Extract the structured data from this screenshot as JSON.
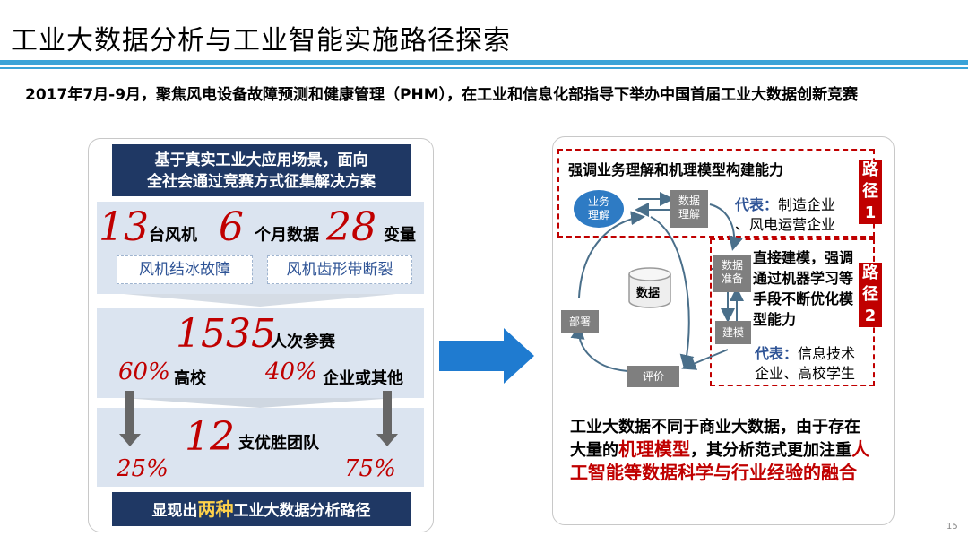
{
  "title": "工业大数据分析与工业智能实施路径探索",
  "intro": "2017年7月-9月，聚焦风电设备故障预测和健康管理（PHM），在工业和信息化部指导下举办中国首届工业大数据创新竞赛",
  "left": {
    "header_line1": "基于真实工业大应用场景，面向",
    "header_line2": "全社会通过竞赛方式征集解决方案",
    "stat1_num": "13",
    "stat1_label": "台风机",
    "stat2_num": "6",
    "stat2_label": "个月数据",
    "stat3_num": "28",
    "stat3_label": "变量",
    "tag1": "风机结冰故障",
    "tag2": "风机齿形带断裂",
    "participants_num": "1535",
    "participants_label": "人次参赛",
    "pct_school": "60%",
    "school_label": "高校",
    "pct_enterprise": "40%",
    "enterprise_label": "企业或其他",
    "teams_num": "12",
    "teams_label": "支优胜团队",
    "pct_bottom_left": "25%",
    "pct_bottom_right": "75%",
    "banner_pre": "显现出",
    "banner_highlight": "两种",
    "banner_post": "工业大数据分析路径"
  },
  "right": {
    "route1_title": "强调业务理解和机理模型构建能力",
    "route1_tag": [
      "路",
      "径",
      "1"
    ],
    "node_business": [
      "业务",
      "理解"
    ],
    "node_data_understand": [
      "数据",
      "理解"
    ],
    "route1_rep_label": "代表：",
    "route1_rep_line1": "制造企业",
    "route1_rep_line2": "、风电运营企业",
    "node_data": "数据",
    "node_data_prep": [
      "数据",
      "准备"
    ],
    "node_deploy": "部署",
    "node_model": "建模",
    "node_evaluate": "评价",
    "route2_desc": "直接建模，强调通过机器学习等手段不断优化模型能力",
    "route2_tag": [
      "路",
      "径",
      "2"
    ],
    "route2_rep_label": "代表：",
    "route2_rep_line1": "信息技术",
    "route2_rep_line2": "企业、高校学生",
    "summary_part1": "工业大数据不同于商业大数据，由于存在大量的",
    "summary_red1": "机理模型",
    "summary_part2": "，其分析范式更加注重",
    "summary_red2": "人工智能等数据科学与行业经验的融合"
  },
  "page_number": "15",
  "colors": {
    "accent_blue": "#3aa3d8",
    "navy": "#1f3864",
    "red": "#c00000",
    "arrow_blue": "#1f7bd0"
  }
}
